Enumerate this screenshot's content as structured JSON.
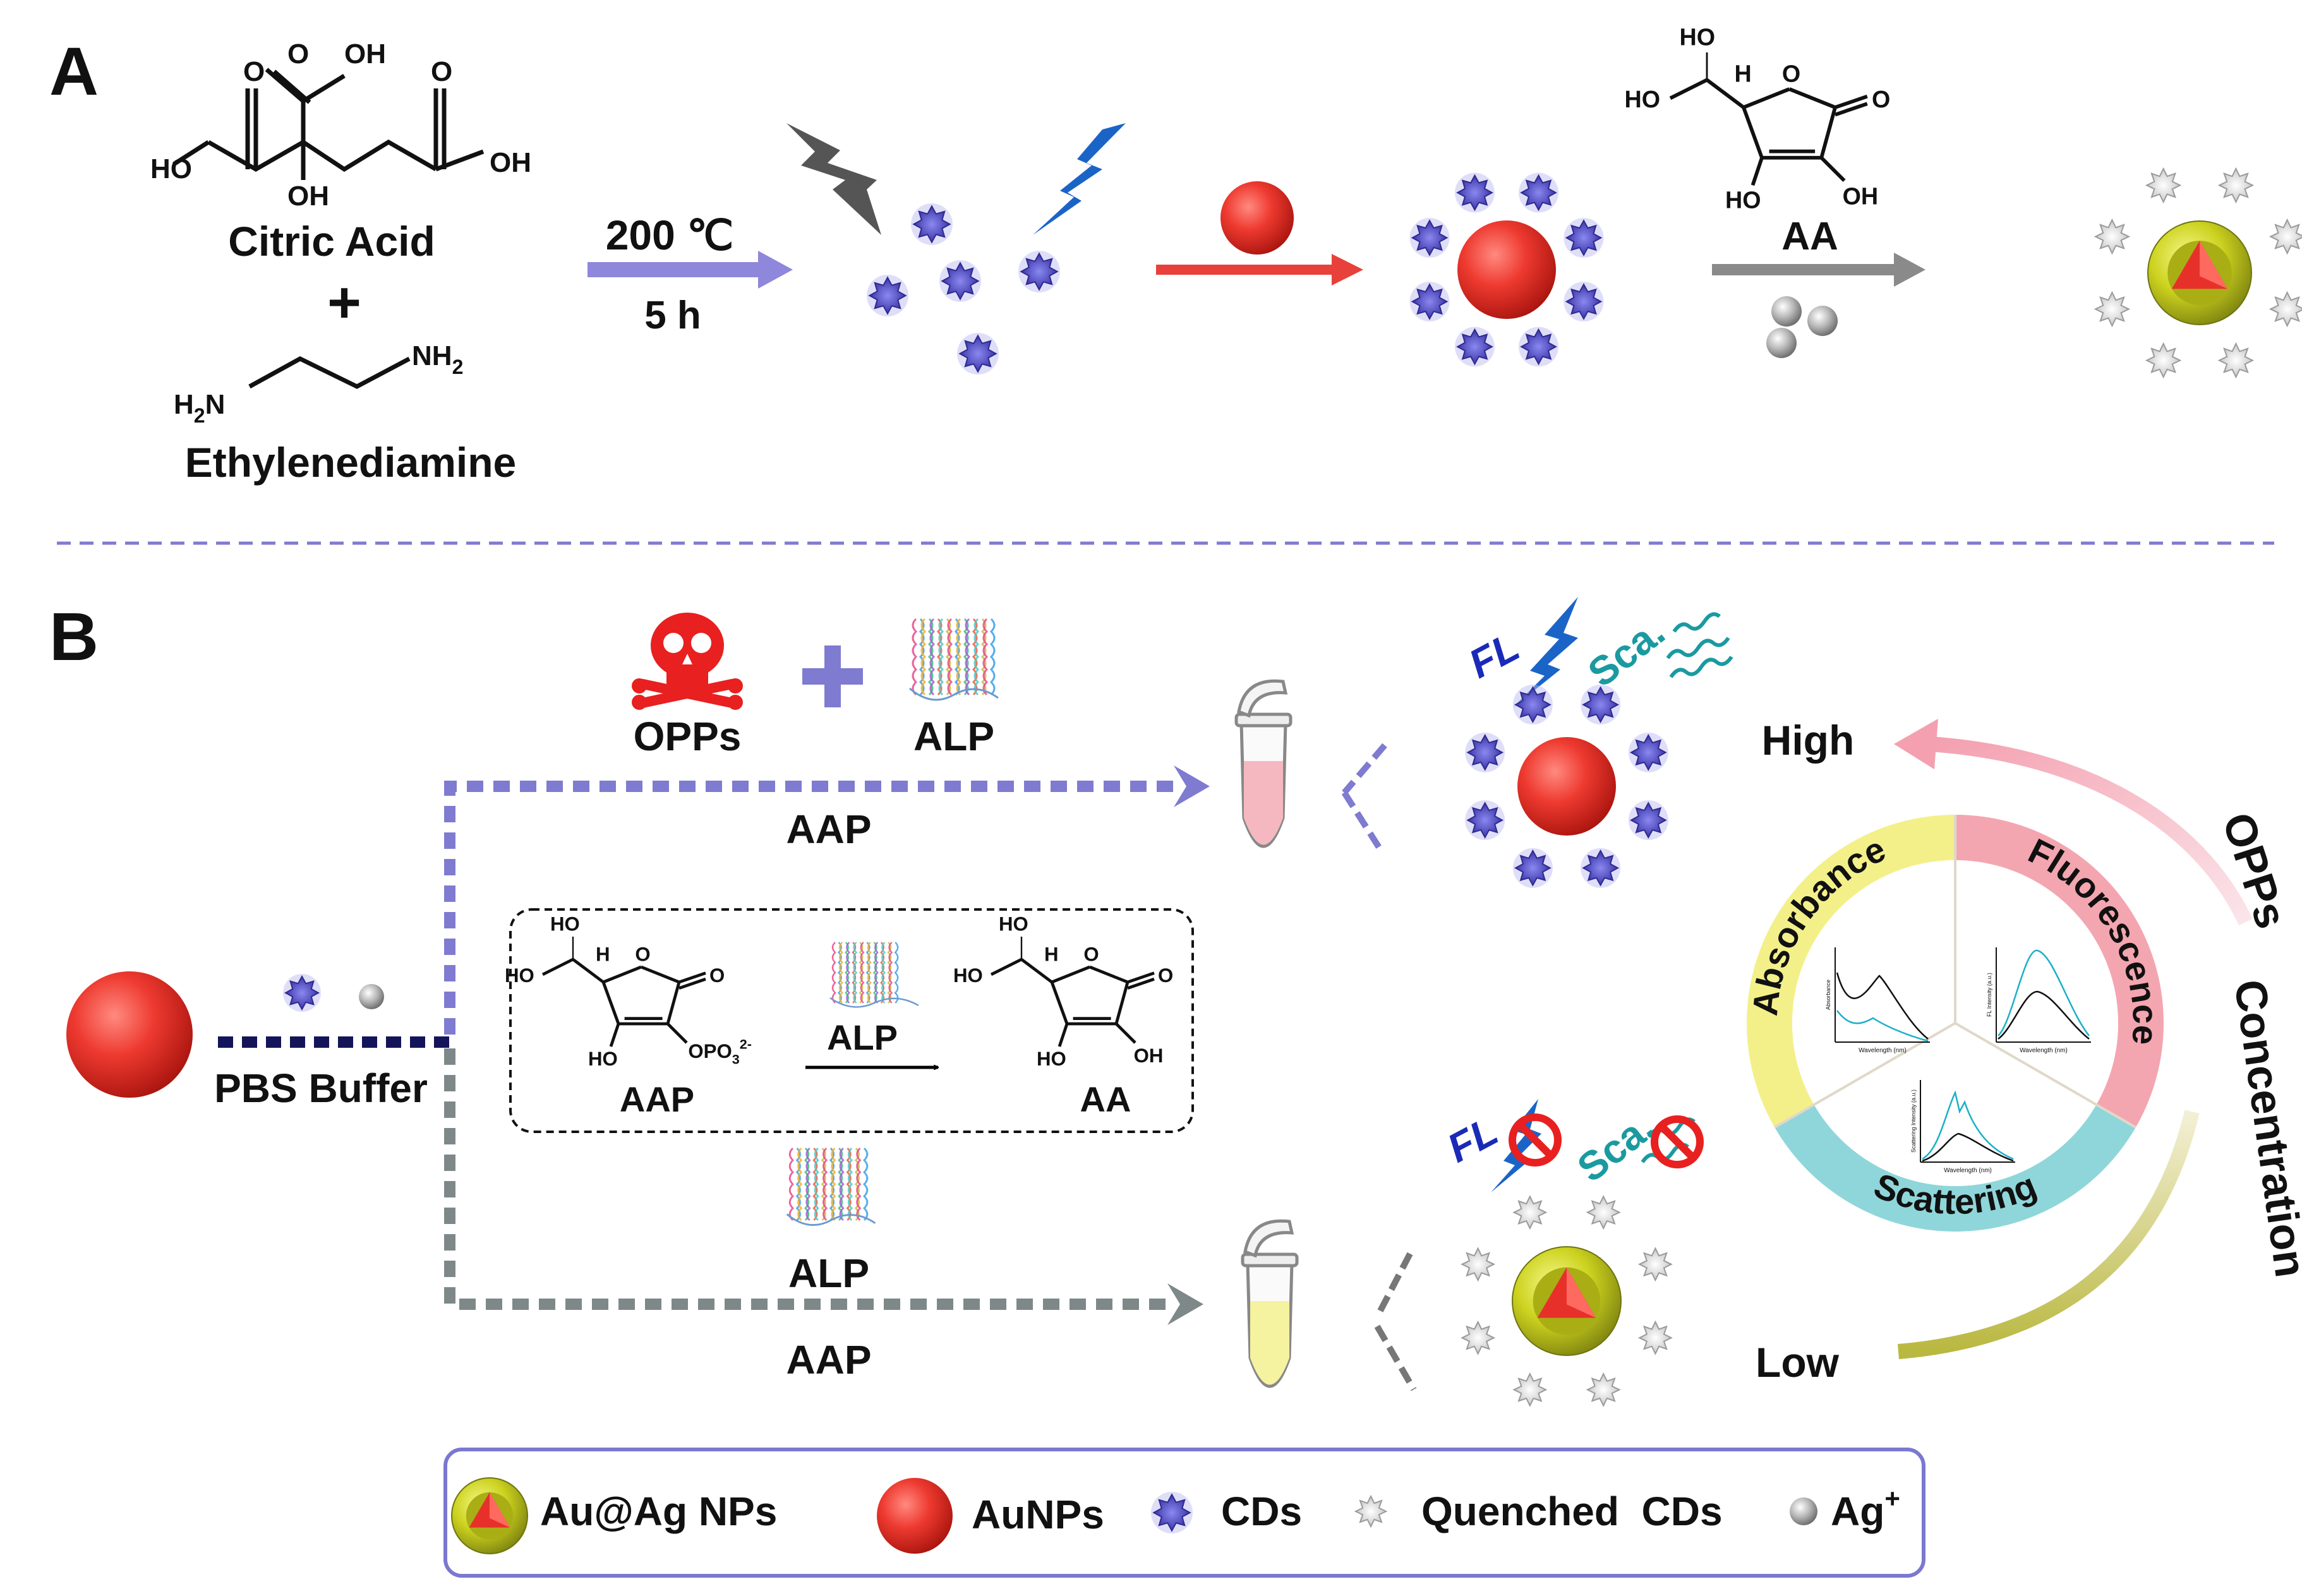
{
  "panel_a": {
    "label": "A",
    "citric_acid": {
      "name": "Citric Acid",
      "atoms": {
        "oh_top": "OH",
        "o_left": "O",
        "o_mid": "O",
        "o_right": "O",
        "ho_left": "HO",
        "oh_right": "OH",
        "oh_bottom": "OH"
      }
    },
    "plus": "+",
    "ethylenediamine": {
      "name": "Ethylenediamine",
      "nh2": "NH",
      "h2n": "H",
      "n": "N",
      "sub2": "2"
    },
    "condition_temp": "200 ℃",
    "condition_time": "5 h",
    "aa_label": "AA",
    "aa_atoms": {
      "ho_top": "HO",
      "h": "H",
      "o_ring": "O",
      "o_keto": "O",
      "ho_left": "HO",
      "ho_bottom": "HO",
      "oh_bottom": "OH"
    }
  },
  "panel_b": {
    "label": "B",
    "opps": "OPPs",
    "alp": "ALP",
    "aap_top": "AAP",
    "aap_bottom": "AAP",
    "alp_bottom": "ALP",
    "pbs_buffer": "PBS Buffer",
    "reaction_box": {
      "aap": "AAP",
      "alp": "ALP",
      "aa": "AA",
      "aap_atoms": {
        "ho_top": "HO",
        "h": "H",
        "o_ring": "O",
        "o_keto": "O",
        "ho_left": "HO",
        "ho_bottom": "HO",
        "opo3": "OPO",
        "sub3": "3",
        "sup": "2-"
      },
      "aa_atoms": {
        "ho_top": "HO",
        "h": "H",
        "o_ring": "O",
        "o_keto": "O",
        "ho_left": "HO",
        "ho_bottom": "HO",
        "oh_bottom": "OH"
      }
    },
    "fl": "FL",
    "sca": "Sca.",
    "wheel": {
      "absorbance": "Absorbance",
      "fluorescence": "Fluorescence",
      "scattering": "Scattering",
      "high": "High",
      "low": "Low",
      "opps": "OPPs",
      "concentration": "Concentration",
      "mini_charts": {
        "absorbance_y": "Absorbance",
        "absorbance_x": "Wavelength (nm)",
        "fluorescence_y": "FL Intensity (a.u.)",
        "fluorescence_x": "Wavelength (nm)",
        "scattering_y": "Scattering Intensity (a.u.)",
        "scattering_x": "Wavelength (nm)"
      }
    }
  },
  "legend": {
    "items": [
      {
        "label": "Au@Ag NPs"
      },
      {
        "label": "AuNPs"
      },
      {
        "label": "CDs"
      },
      {
        "label": "Quenched  CDs"
      },
      {
        "label": "Ag",
        "sup": "+"
      }
    ]
  },
  "colors": {
    "cd_blue": "#5a56c8",
    "au_red": "#e8302a",
    "ag_yellow": "#c9d01a",
    "arrow_purple": "#8e87dc",
    "arrow_red": "#e8403a",
    "arrow_gray": "#8a8a8a",
    "dashed_blue": "#7f7bd0",
    "dashed_gray": "#7e8888",
    "dark_blue": "#14145a",
    "bolt_blue": "#1a64c8",
    "bolt_gray": "#555555",
    "sca_teal": "#1a9aa0",
    "skull_red": "#e82020",
    "wheel_yellow": "#f3f08a",
    "wheel_pink": "#f3a6b0",
    "wheel_cyan": "#8fd6da",
    "legend_border": "#7b78d0"
  }
}
